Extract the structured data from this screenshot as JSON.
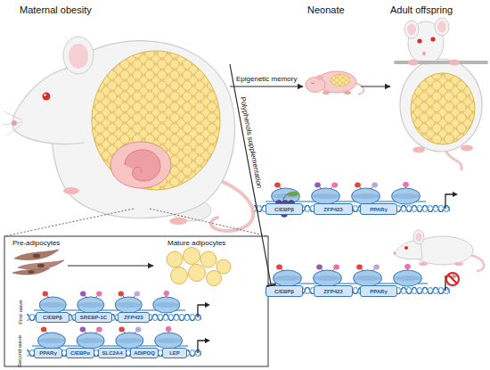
{
  "diagram": {
    "nodes": [
      {
        "text": [
          "Maternal obesity"
        ]
      },
      {
        "text": [
          "Neonate"
        ]
      },
      {
        "text": [
          "Adult offspring"
        ]
      },
      {
        "text": [
          "C/EBPβ"
        ]
      },
      {
        "text": [
          "ZFP423"
        ]
      },
      {
        "text": [
          "PPARγ"
        ]
      },
      {
        "text": [
          "Pre-adipocytes"
        ]
      },
      {
        "text": [
          "Mature adipocytes"
        ]
      },
      {
        "text": [
          "C/EBPβ"
        ]
      },
      {
        "text": [
          "ZFP423"
        ]
      },
      {
        "text": [
          "PPARγ"
        ]
      },
      {
        "text": [
          "C/EBPβ"
        ]
      },
      {
        "text": [
          "SREBP-1C"
        ]
      },
      {
        "text": [
          "ZFP423"
        ]
      },
      {
        "text": [
          "PPARγ"
        ]
      },
      {
        "text": [
          "C/EBPα"
        ]
      },
      {
        "text": [
          "SLC2A4"
        ]
      },
      {
        "text": [
          "ADIPOQ"
        ]
      },
      {
        "text": [
          "LEP"
        ]
      }
    ],
    "edges": [
      {
        "from": 0,
        "to": 1,
        "label": "Epigenetic memory",
        "arrow": "to"
      },
      {
        "from": 1,
        "to": 2,
        "arrow": "to"
      },
      {
        "from": 0,
        "to": 8,
        "label": "Polyphenols supplementation",
        "arrow": "to"
      },
      {
        "from": 6,
        "to": 7,
        "arrow": "to"
      }
    ],
    "labels": [
      "First wave",
      "Second wave"
    ]
  }
}
